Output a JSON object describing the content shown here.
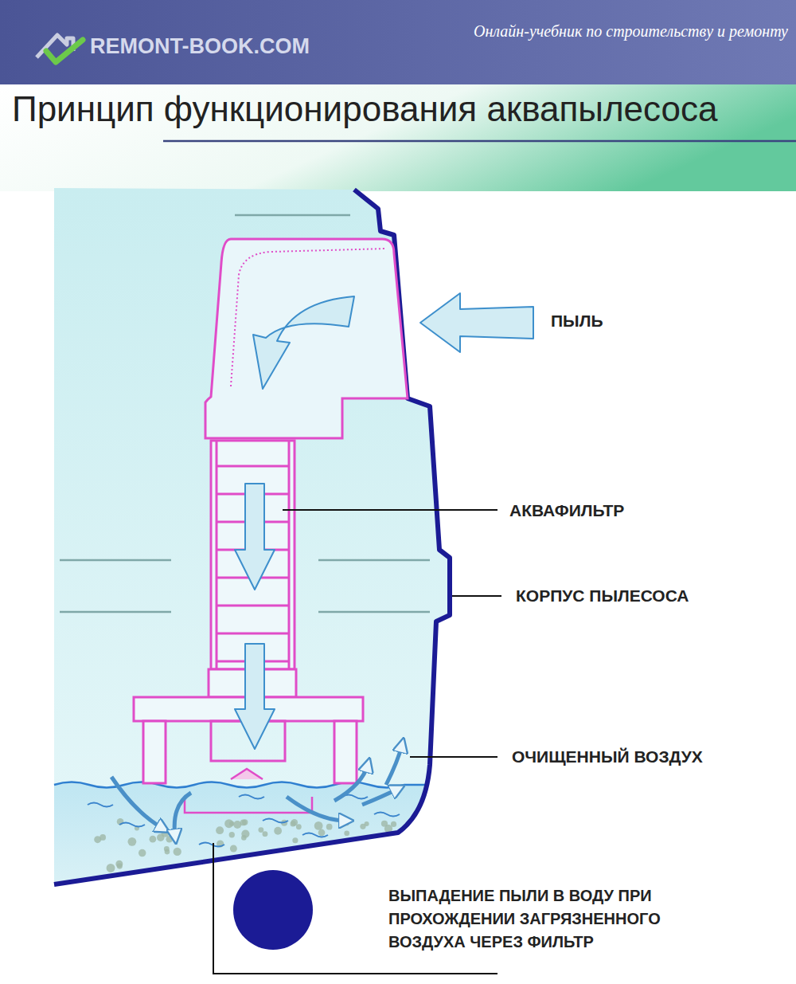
{
  "diagram": {
    "title": "Принцип функционирования аквапылесоса",
    "labels": [
      "REMONT-BOOK.COM",
      "Онлайн-учебник по строительству и ремонту",
      "ПЫЛЬ",
      "АКВАФИЛЬТР",
      "КОРПУС ПЫЛЕСОСА",
      "ОЧИЩЕННЫЙ ВОЗДУХ",
      "ВЫПАДЕНИЕ ПЫЛИ В ВОДУ ПРИ ПРОХОЖДЕНИИ ЗАГРЯЗНЕННОГО ВОЗДУХА ЧЕРЕЗ ФИЛЬТР"
    ]
  }
}
